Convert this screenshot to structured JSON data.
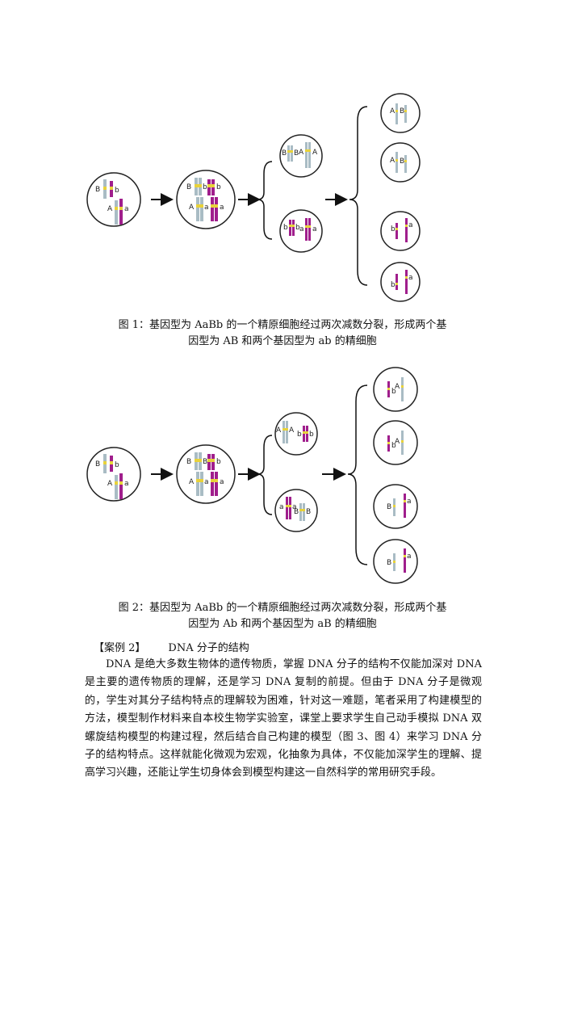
{
  "figures": [
    {
      "caption_line1": "图 1：基因型为 AaBb 的一个精原细胞经过两次减数分裂，形成两个基",
      "caption_line2": "因型为 AB 和两个基因型为 ab 的精细胞"
    },
    {
      "caption_line1": "图 2：基因型为 AaBb 的一个精原细胞经过两次减数分裂，形成两个基",
      "caption_line2": "因型为 Ab 和两个基因型为 aB 的精细胞"
    }
  ],
  "gene_labels": {
    "A": "A",
    "a": "a",
    "B": "B",
    "b": "b"
  },
  "colors": {
    "gray_chromosome": "#a9bcc4",
    "purple_chromosome": "#a01e8c",
    "gene_band": "#e8d23a",
    "cell_outline": "#222222",
    "arrow": "#111111"
  },
  "case2": {
    "label": "【案例 2】",
    "title": "DNA 分子的结构",
    "paragraph": "DNA 是绝大多数生物体的遗传物质，掌握 DNA 分子的结构不仅能加深对 DNA 是主要的遗传物质的理解，还是学习 DNA 复制的前提。但由于 DNA 分子是微观的，学生对其分子结构特点的理解较为困难，针对这一难题，笔者采用了构建模型的方法，模型制作材料来自本校生物学实验室，课堂上要求学生自己动手模拟 DNA 双螺旋结构模型的构建过程，然后结合自己构建的模型（图 3、图 4）来学习 DNA 分子的结构特点。这样就能化微观为宏观，化抽象为具体，不仅能加深学生的理解、提高学习兴趣，还能让学生切身体会到模型构建这一自然科学的常用研究手段。"
  }
}
